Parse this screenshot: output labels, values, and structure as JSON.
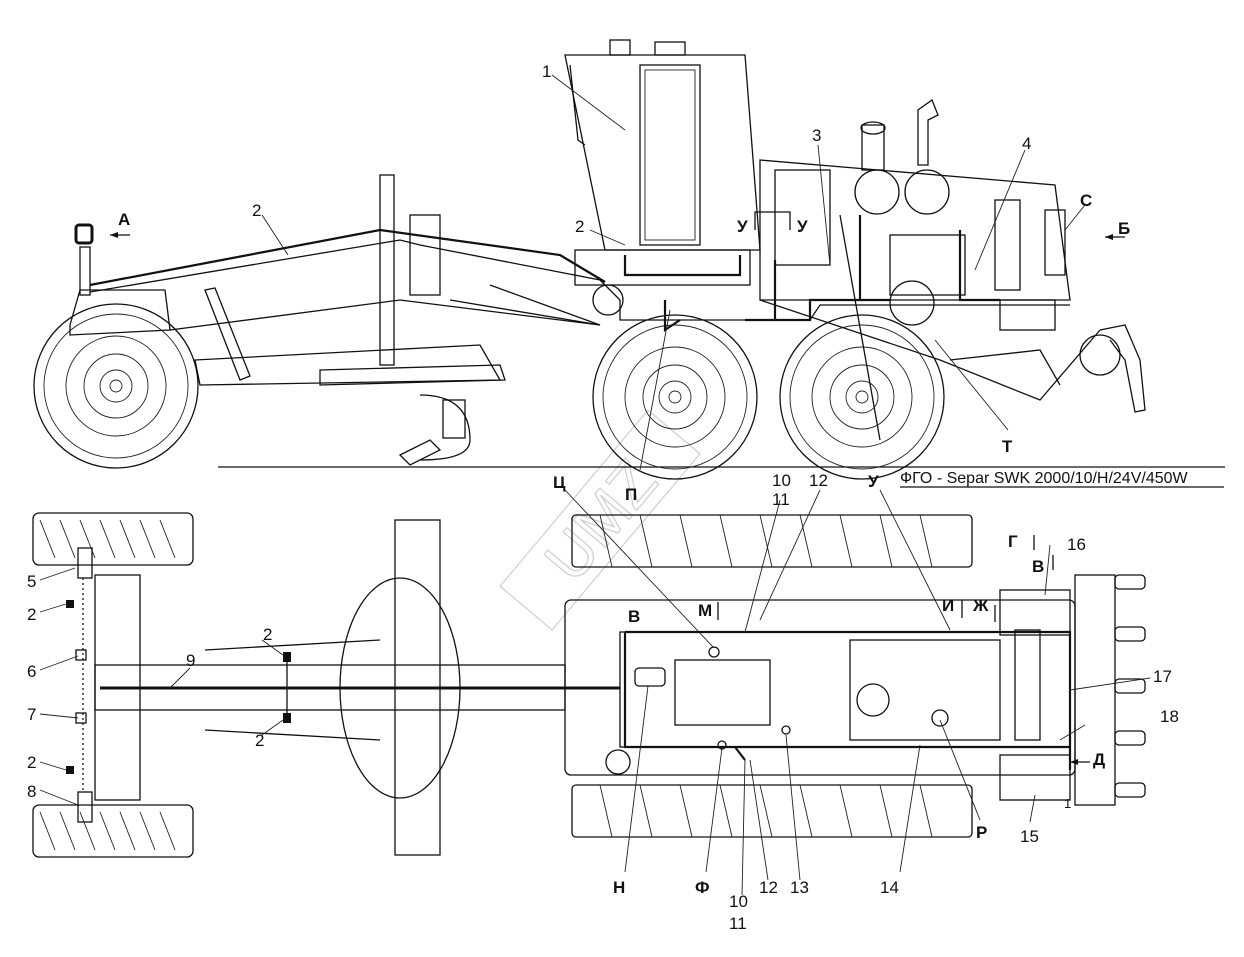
{
  "caption": "ФГО - Separ SWK 2000/10/H/24V/450W",
  "watermark": "UMZ",
  "labels": {
    "n1": "1",
    "n2": "2",
    "n3": "3",
    "n4": "4",
    "n5": "5",
    "n6": "6",
    "n7": "7",
    "n8": "8",
    "n9": "9",
    "n10": "10",
    "n11": "11",
    "n12": "12",
    "n13": "13",
    "n14": "14",
    "n15": "15",
    "n16": "16",
    "n17": "17",
    "n18": "18",
    "A": "А",
    "B": "Б",
    "V": "В",
    "V1": "В",
    "G": "Г",
    "D": "Д",
    "Zh": "Ж",
    "I": "И",
    "M": "М",
    "N": "Н",
    "P": "П",
    "R": "Р",
    "S": "С",
    "T": "Т",
    "U": "У",
    "U1": "У",
    "F": "Ф",
    "Ts": "Ц",
    "sub1": "1"
  }
}
